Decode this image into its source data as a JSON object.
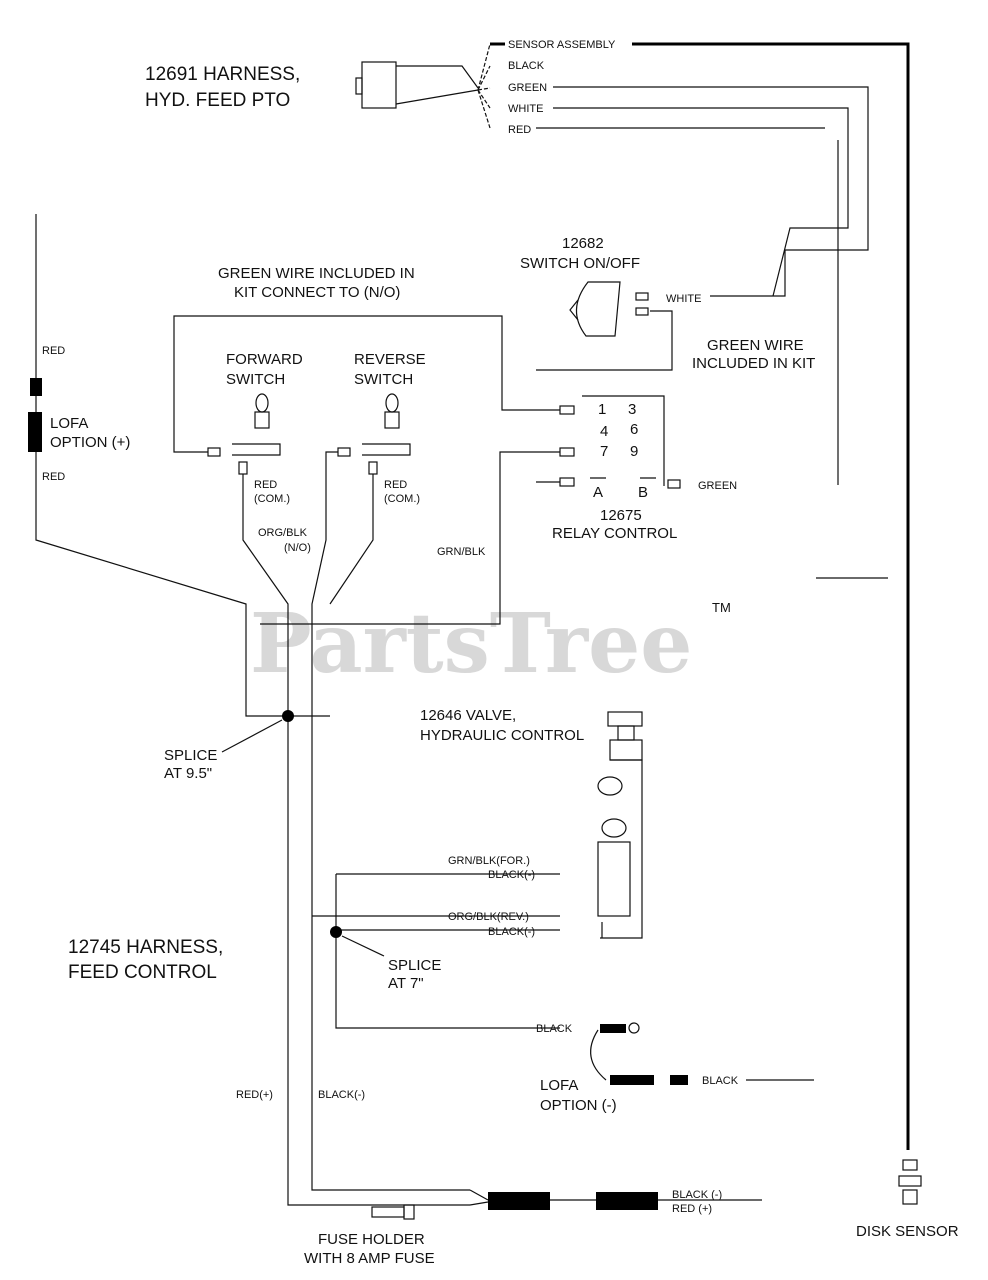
{
  "watermark": {
    "text": "PartsTree",
    "tm": "TM"
  },
  "harness_pto": {
    "line1": "12691 HARNESS,",
    "line2": "HYD. FEED PTO"
  },
  "pto_wires": {
    "sensor_assembly": "SENSOR ASSEMBLY",
    "black": "BLACK",
    "green": "GREEN",
    "white": "WHITE",
    "red": "RED"
  },
  "switch_onoff": {
    "line1": "12682",
    "line2": "SWITCH ON/OFF",
    "wire": "WHITE"
  },
  "green_wire_kit_right": {
    "line1": "GREEN WIRE",
    "line2": "INCLUDED IN KIT"
  },
  "green_wire_kit_top": {
    "line1": "GREEN WIRE INCLUDED IN",
    "line2": "KIT CONNECT TO (N/O)"
  },
  "forward_switch": {
    "line1": "FORWARD",
    "line2": "SWITCH"
  },
  "reverse_switch": {
    "line1": "REVERSE",
    "line2": "SWITCH"
  },
  "lofa_plus": {
    "line1": "LOFA",
    "line2": "OPTION (+)",
    "red_top": "RED",
    "red_bottom": "RED"
  },
  "com_labels": {
    "red": "RED",
    "com": "(COM.)"
  },
  "org_blk_no": {
    "line1": "ORG/BLK",
    "line2": "(N/O)"
  },
  "grn_blk": "GRN/BLK",
  "relay": {
    "line1": "12675",
    "line2": "RELAY CONTROL",
    "pins": [
      "1",
      "3",
      "4",
      "6",
      "7",
      "9",
      "A",
      "B"
    ],
    "green": "GREEN"
  },
  "splice_top": {
    "line1": "SPLICE",
    "line2": "AT 9.5\""
  },
  "valve": {
    "line1": "12646  VALVE,",
    "line2": "HYDRAULIC CONTROL",
    "wires": [
      "GRN/BLK(FOR.)",
      "BLACK(-)",
      "ORG/BLK(REV.)",
      "BLACK(-)"
    ]
  },
  "harness_feed": {
    "line1": "12745 HARNESS,",
    "line2": "FEED CONTROL"
  },
  "splice_bottom": {
    "line1": "SPLICE",
    "line2": "AT 7\""
  },
  "lofa_minus": {
    "line1": "LOFA",
    "line2": "OPTION (-)",
    "black_top": "BLACK",
    "black_right": "BLACK"
  },
  "bottom_wires": {
    "red_plus": "RED(+)",
    "black_minus": "BLACK(-)",
    "out_black": "BLACK (-)",
    "out_red": "RED (+)"
  },
  "fuse_holder": {
    "line1": "FUSE HOLDER",
    "line2": "WITH 8 AMP FUSE"
  },
  "disk_sensor": "DISK SENSOR"
}
